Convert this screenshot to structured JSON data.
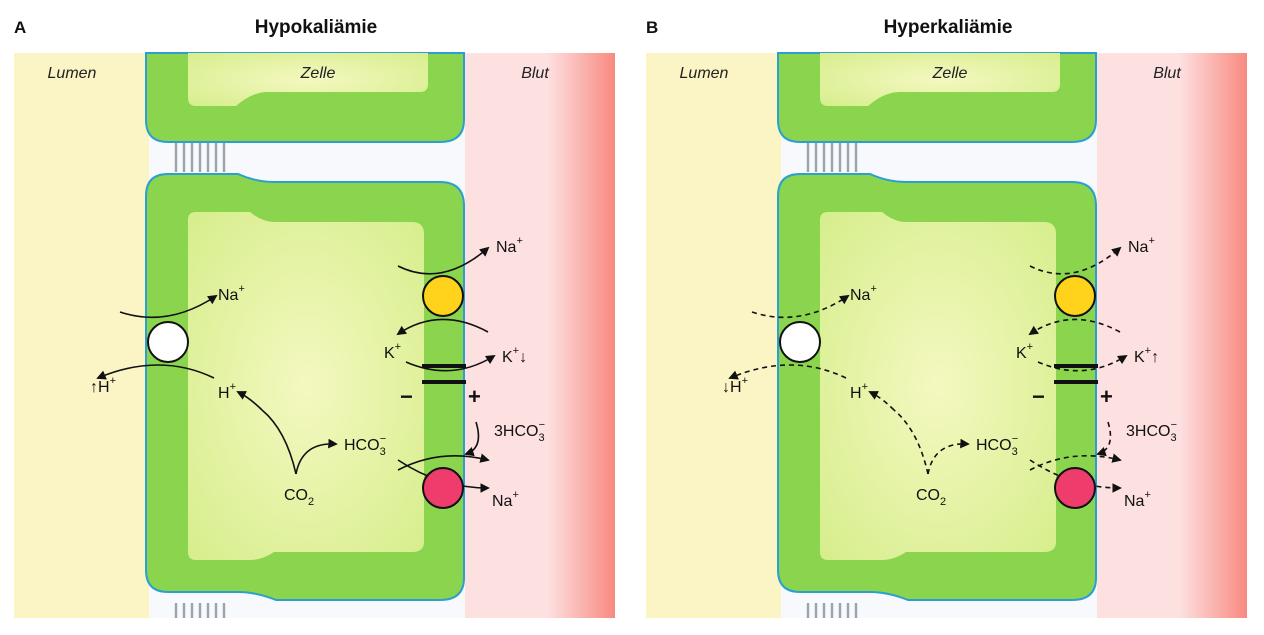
{
  "panels": [
    {
      "letter": "A",
      "title": "Hypokaliämie",
      "regions": {
        "lumen": "Lumen",
        "cell": "Zelle",
        "blood": "Blut"
      },
      "flow_style": "solid",
      "labels": {
        "na_lumen": "Na",
        "na_lumen_sup": "+",
        "h_out": "↑H",
        "h_out_sup": "+",
        "h_in": "H",
        "h_in_sup": "+",
        "co2": "CO",
        "co2_sub": "2",
        "hco3": "HCO",
        "hco3_sub": "3",
        "hco3_sup": "−",
        "na_pump": "Na",
        "na_pump_sup": "+",
        "k_in": "K",
        "k_in_sup": "+",
        "k_out": "K",
        "k_out_sup": "+",
        "k_out_arrow": "↓",
        "minus": "−",
        "plus": "+",
        "hco3_3": "3HCO",
        "hco3_3_sub": "3",
        "hco3_3_sup": "−",
        "na_cot": "Na",
        "na_cot_sup": "+"
      }
    },
    {
      "letter": "B",
      "title": "Hyperkaliämie",
      "regions": {
        "lumen": "Lumen",
        "cell": "Zelle",
        "blood": "Blut"
      },
      "flow_style": "dashed",
      "labels": {
        "na_lumen": "Na",
        "na_lumen_sup": "+",
        "h_out": "↓H",
        "h_out_sup": "+",
        "h_in": "H",
        "h_in_sup": "+",
        "co2": "CO",
        "co2_sub": "2",
        "hco3": "HCO",
        "hco3_sub": "3",
        "hco3_sup": "−",
        "na_pump": "Na",
        "na_pump_sup": "+",
        "k_in": "K",
        "k_in_sup": "+",
        "k_out": "K",
        "k_out_sup": "+",
        "k_out_arrow": "↑",
        "minus": "−",
        "plus": "+",
        "hco3_3": "3HCO",
        "hco3_3_sub": "3",
        "hco3_3_sup": "−",
        "na_cot": "Na",
        "na_cot_sup": "+"
      }
    }
  ],
  "colors": {
    "lumen": "#fbf4c4",
    "cell_membrane": "#8ad44e",
    "cell_outline": "#2aa0d0",
    "cytoplasm": "#e8f2a8",
    "blood_light": "#fde0e0",
    "blood_dark": "#f88a80",
    "exchanger": "#ffffff",
    "pump": "#ffd21c",
    "cotransporter": "#ee3d6c",
    "junction": "#b8c0c8"
  }
}
